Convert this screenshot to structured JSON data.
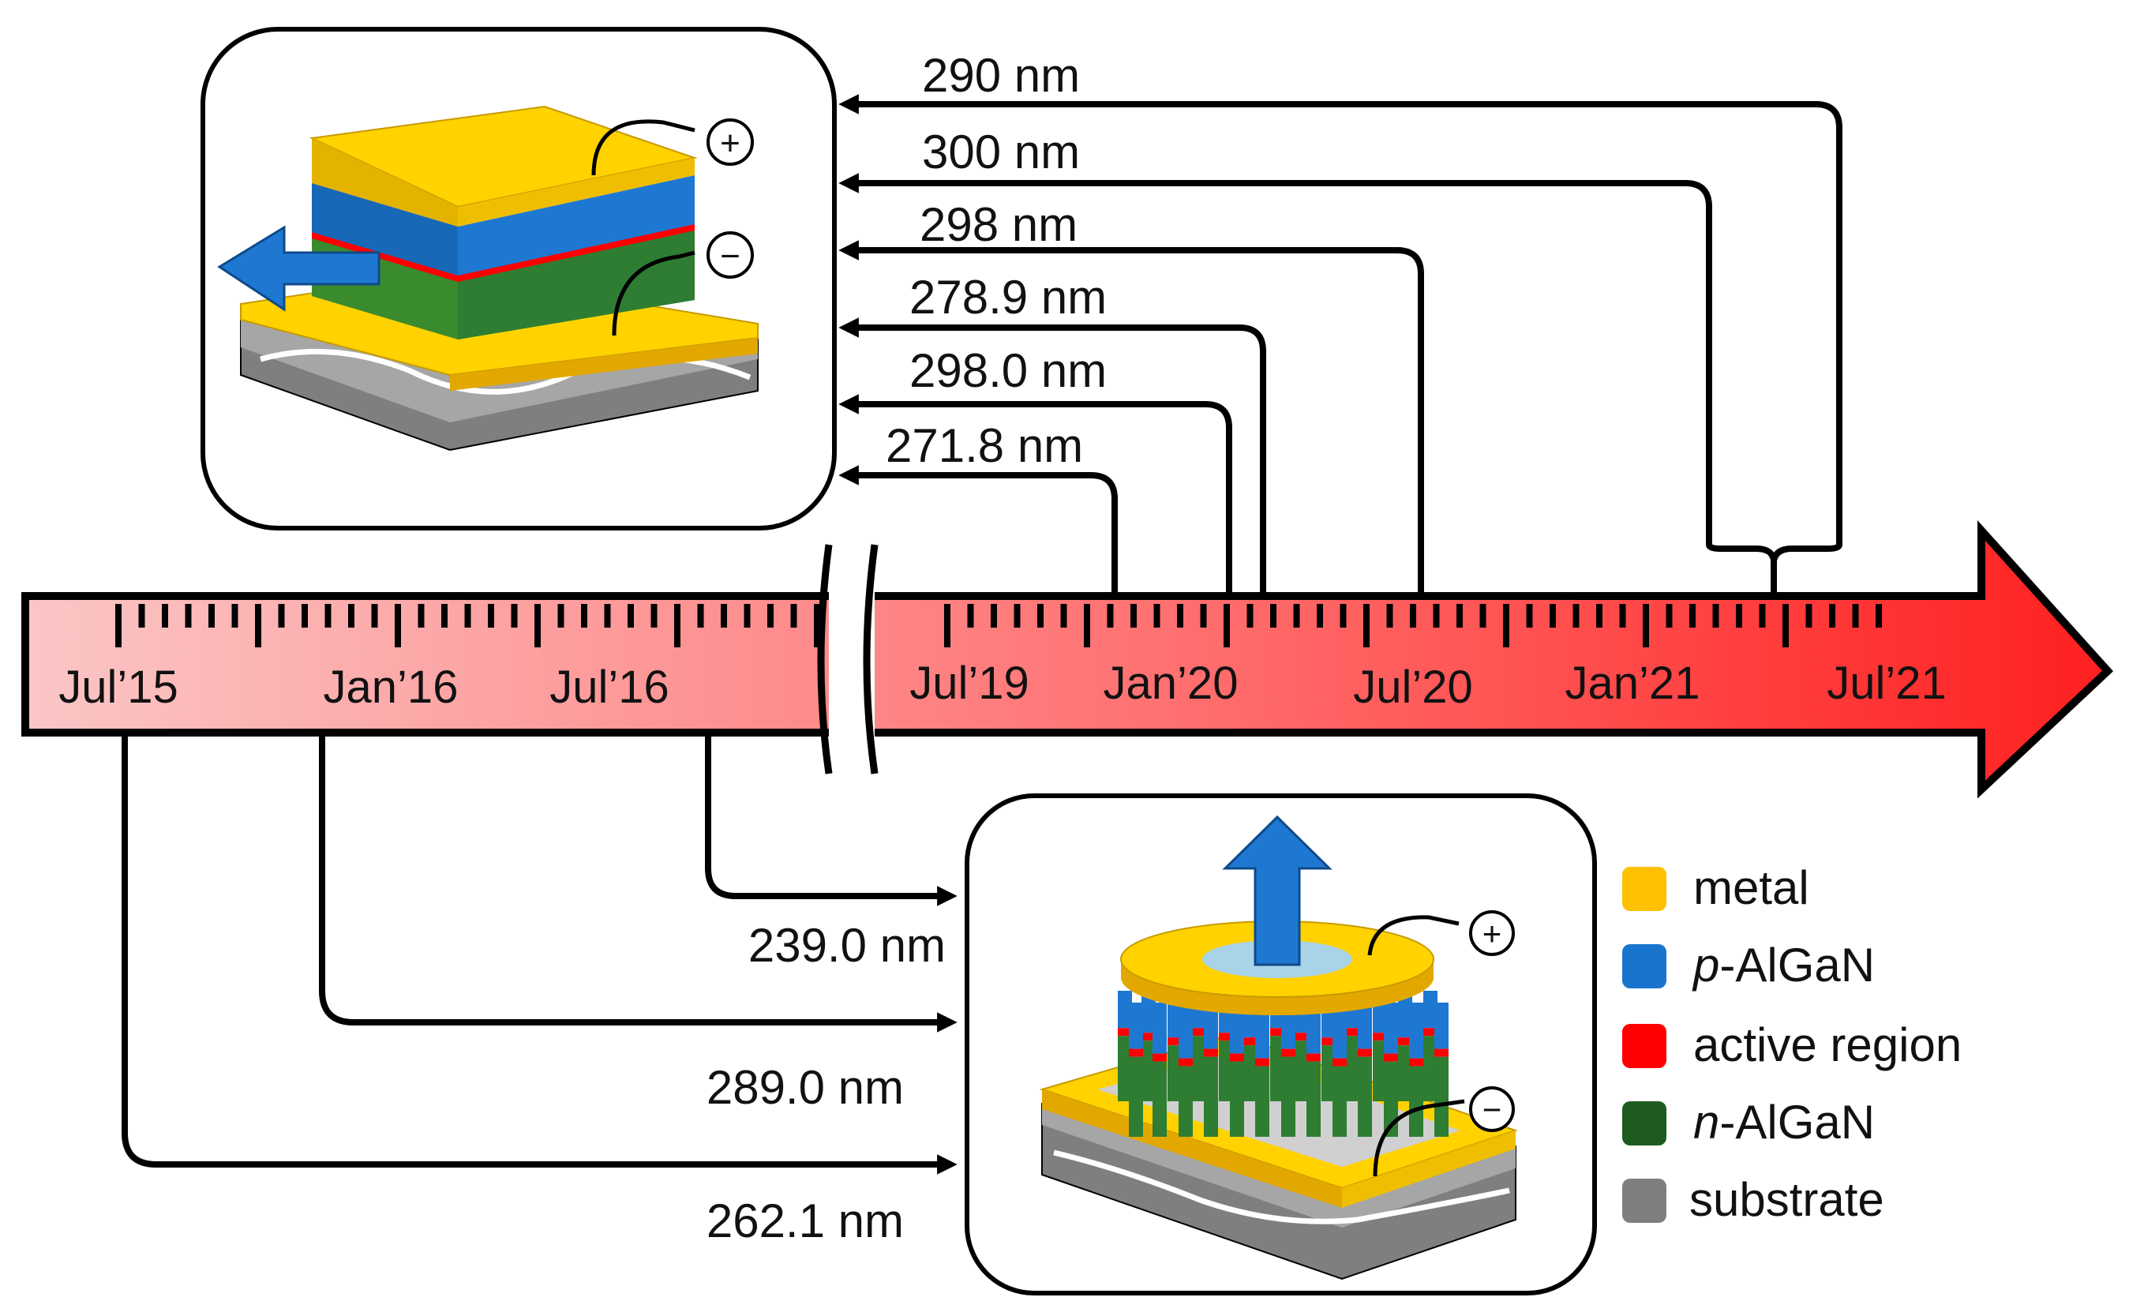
{
  "timeline": {
    "tick_labels": [
      "Jul’15",
      "Jan’16",
      "Jul’16",
      "Jul’19",
      "Jan’20",
      "Jul’20",
      "Jan’21",
      "Jul’21"
    ]
  },
  "upper_entries": {
    "wavelengths": [
      "290 nm",
      "300 nm",
      "298 nm",
      "278.9 nm",
      "298.0 nm",
      "271.8 nm"
    ]
  },
  "lower_entries": {
    "wavelengths": [
      "239.0 nm",
      "289.0 nm",
      "262.1 nm"
    ]
  },
  "device_symbols": {
    "plus": "+",
    "minus": "−"
  },
  "legend": {
    "items": [
      {
        "prefix": "",
        "text": "metal",
        "color": "#FFC000"
      },
      {
        "prefix": "p",
        "text": "-AlGaN",
        "color": "#1874CD"
      },
      {
        "prefix": "",
        "text": "active region",
        "color": "#FF0000"
      },
      {
        "prefix": "n",
        "text": "-AlGaN",
        "color": "#1E5B1E"
      },
      {
        "prefix": "",
        "text": "substrate",
        "color": "#7F7F7F"
      }
    ]
  },
  "colors": {
    "timeline_light": "#FBB9B9",
    "timeline_dark": "#FF2A2A",
    "metal_gold": "#FFD200",
    "p_blue": "#1E78D2",
    "active_red": "#FF0000",
    "n_green": "#2E7D32",
    "substrate_gray": "#808080"
  }
}
